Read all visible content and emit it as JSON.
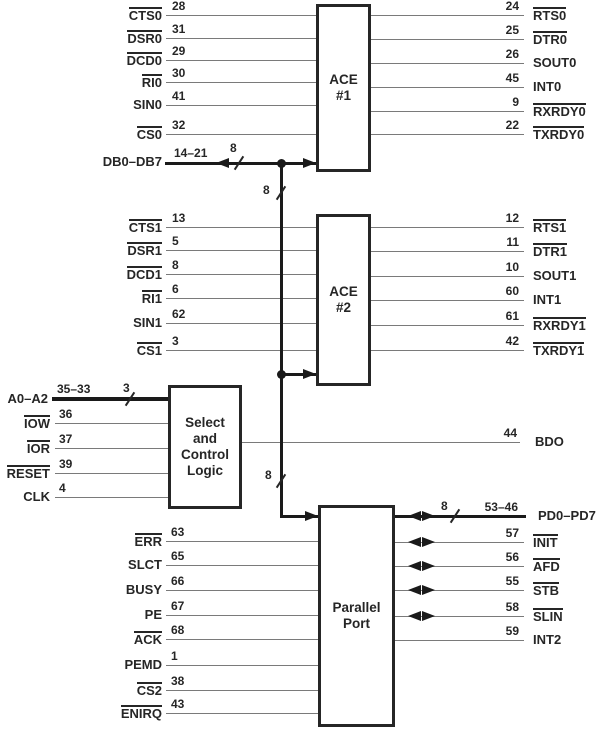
{
  "colors": {
    "wire": "#7a7a7a",
    "bus": "#1a1a1a",
    "text": "#262626",
    "background": "#ffffff"
  },
  "blocks": {
    "ace1": {
      "lines": [
        "ACE",
        "#1"
      ]
    },
    "ace2": {
      "lines": [
        "ACE",
        "#2"
      ]
    },
    "select_logic": {
      "lines": [
        "Select",
        "and",
        "Control",
        "Logic"
      ]
    },
    "parallel_port": {
      "lines": [
        "Parallel",
        "Port"
      ]
    }
  },
  "buses": {
    "db": {
      "label": "DB0–DB7",
      "pins": "14–21",
      "width": "8"
    },
    "internal_to_ace_upper": {
      "width": "8"
    },
    "internal_to_parallel": {
      "width": "8"
    },
    "address": {
      "label": "A0–A2",
      "pins": "35–33",
      "width": "3"
    },
    "pd": {
      "label": "PD0–PD7",
      "pins": "53–46",
      "width": "8"
    }
  },
  "signals": {
    "ace1_left": [
      {
        "name": "CTS0",
        "pin": "28",
        "overline": true
      },
      {
        "name": "DSR0",
        "pin": "31",
        "overline": true
      },
      {
        "name": "DCD0",
        "pin": "29",
        "overline": true
      },
      {
        "name": "RI0",
        "pin": "30",
        "overline": true
      },
      {
        "name": "SIN0",
        "pin": "41",
        "overline": false
      },
      {
        "name": "CS0",
        "pin": "32",
        "overline": true
      }
    ],
    "ace1_right": [
      {
        "name": "RTS0",
        "pin": "24",
        "overline": true
      },
      {
        "name": "DTR0",
        "pin": "25",
        "overline": true
      },
      {
        "name": "SOUT0",
        "pin": "26",
        "overline": false
      },
      {
        "name": "INT0",
        "pin": "45",
        "overline": false
      },
      {
        "name": "RXRDY0",
        "pin": "9",
        "overline": true
      },
      {
        "name": "TXRDY0",
        "pin": "22",
        "overline": true
      }
    ],
    "ace2_left": [
      {
        "name": "CTS1",
        "pin": "13",
        "overline": true
      },
      {
        "name": "DSR1",
        "pin": "5",
        "overline": true
      },
      {
        "name": "DCD1",
        "pin": "8",
        "overline": true
      },
      {
        "name": "RI1",
        "pin": "6",
        "overline": true
      },
      {
        "name": "SIN1",
        "pin": "62",
        "overline": false
      },
      {
        "name": "CS1",
        "pin": "3",
        "overline": true
      }
    ],
    "ace2_right": [
      {
        "name": "RTS1",
        "pin": "12",
        "overline": true
      },
      {
        "name": "DTR1",
        "pin": "11",
        "overline": true
      },
      {
        "name": "SOUT1",
        "pin": "10",
        "overline": false
      },
      {
        "name": "INT1",
        "pin": "60",
        "overline": false
      },
      {
        "name": "RXRDY1",
        "pin": "61",
        "overline": true
      },
      {
        "name": "TXRDY1",
        "pin": "42",
        "overline": true
      }
    ],
    "select_left": [
      {
        "name": "IOW",
        "pin": "36",
        "overline": true
      },
      {
        "name": "IOR",
        "pin": "37",
        "overline": true
      },
      {
        "name": "RESET",
        "pin": "39",
        "overline": true
      },
      {
        "name": "CLK",
        "pin": "4",
        "overline": false
      }
    ],
    "select_right": [
      {
        "name": "BDO",
        "pin": "44",
        "overline": false
      }
    ],
    "parallel_left": [
      {
        "name": "ERR",
        "pin": "63",
        "overline": true
      },
      {
        "name": "SLCT",
        "pin": "65",
        "overline": false
      },
      {
        "name": "BUSY",
        "pin": "66",
        "overline": false
      },
      {
        "name": "PE",
        "pin": "67",
        "overline": false
      },
      {
        "name": "ACK",
        "pin": "68",
        "overline": true
      },
      {
        "name": "PEMD",
        "pin": "1",
        "overline": false
      },
      {
        "name": "CS2",
        "pin": "38",
        "overline": true
      },
      {
        "name": "ENIRQ",
        "pin": "43",
        "overline": true
      }
    ],
    "parallel_right": [
      {
        "name": "INIT",
        "pin": "57",
        "overline": true
      },
      {
        "name": "AFD",
        "pin": "56",
        "overline": true
      },
      {
        "name": "STB",
        "pin": "55",
        "overline": true
      },
      {
        "name": "SLIN",
        "pin": "58",
        "overline": true
      },
      {
        "name": "INT2",
        "pin": "59",
        "overline": false
      }
    ]
  }
}
